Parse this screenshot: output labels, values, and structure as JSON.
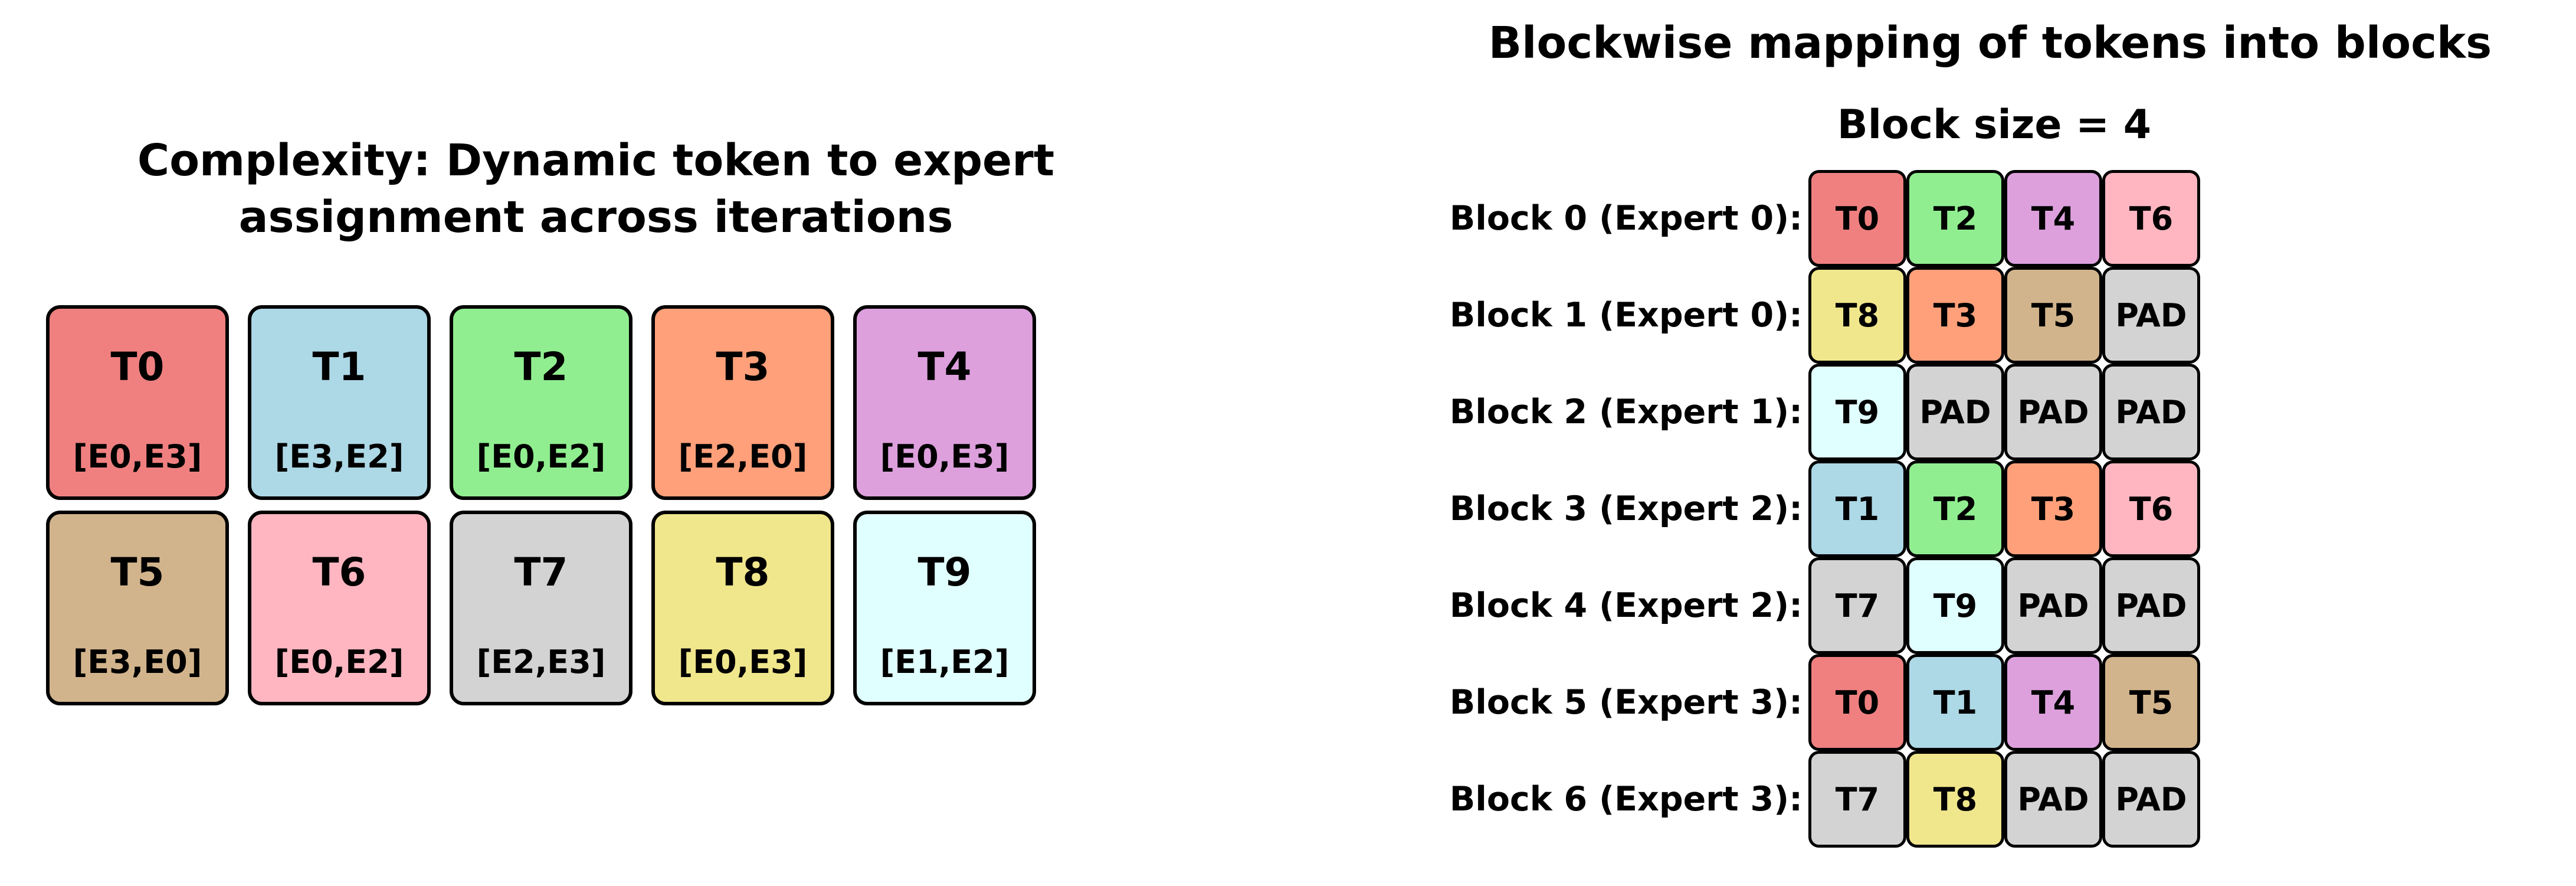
{
  "page": {
    "background": "#FFFFFF",
    "text_color": "#000000",
    "border_color": "#000000",
    "pad_color": "#D3D3D3"
  },
  "left_panel": {
    "title_line1": "Complexity: Dynamic token to expert",
    "title_line2": "assignment across iterations",
    "tokens": [
      {
        "id": "T0",
        "experts": "[E0,E3]",
        "color": "#F08080"
      },
      {
        "id": "T1",
        "experts": "[E3,E2]",
        "color": "#ADD8E6"
      },
      {
        "id": "T2",
        "experts": "[E0,E2]",
        "color": "#90EE90"
      },
      {
        "id": "T3",
        "experts": "[E2,E0]",
        "color": "#FFA07A"
      },
      {
        "id": "T4",
        "experts": "[E0,E3]",
        "color": "#DDA0DD"
      },
      {
        "id": "T5",
        "experts": "[E3,E0]",
        "color": "#D2B48C"
      },
      {
        "id": "T6",
        "experts": "[E0,E2]",
        "color": "#FFB6C1"
      },
      {
        "id": "T7",
        "experts": "[E2,E3]",
        "color": "#D3D3D3"
      },
      {
        "id": "T8",
        "experts": "[E0,E3]",
        "color": "#F0E68C"
      },
      {
        "id": "T9",
        "experts": "[E1,E2]",
        "color": "#E0FFFF"
      }
    ]
  },
  "right_panel": {
    "title": "Blockwise mapping of tokens into blocks",
    "subtitle": "Block size = 4",
    "block_size": 4,
    "blocks": [
      {
        "label": "Block 0 (Expert 0):",
        "cells": [
          {
            "text": "T0",
            "color": "#F08080"
          },
          {
            "text": "T2",
            "color": "#90EE90"
          },
          {
            "text": "T4",
            "color": "#DDA0DD"
          },
          {
            "text": "T6",
            "color": "#FFB6C1"
          }
        ]
      },
      {
        "label": "Block 1 (Expert 0):",
        "cells": [
          {
            "text": "T8",
            "color": "#F0E68C"
          },
          {
            "text": "T3",
            "color": "#FFA07A"
          },
          {
            "text": "T5",
            "color": "#D2B48C"
          },
          {
            "text": "PAD",
            "color": "#D3D3D3"
          }
        ]
      },
      {
        "label": "Block 2 (Expert 1):",
        "cells": [
          {
            "text": "T9",
            "color": "#E0FFFF"
          },
          {
            "text": "PAD",
            "color": "#D3D3D3"
          },
          {
            "text": "PAD",
            "color": "#D3D3D3"
          },
          {
            "text": "PAD",
            "color": "#D3D3D3"
          }
        ]
      },
      {
        "label": "Block 3 (Expert 2):",
        "cells": [
          {
            "text": "T1",
            "color": "#ADD8E6"
          },
          {
            "text": "T2",
            "color": "#90EE90"
          },
          {
            "text": "T3",
            "color": "#FFA07A"
          },
          {
            "text": "T6",
            "color": "#FFB6C1"
          }
        ]
      },
      {
        "label": "Block 4 (Expert 2):",
        "cells": [
          {
            "text": "T7",
            "color": "#D3D3D3"
          },
          {
            "text": "T9",
            "color": "#E0FFFF"
          },
          {
            "text": "PAD",
            "color": "#D3D3D3"
          },
          {
            "text": "PAD",
            "color": "#D3D3D3"
          }
        ]
      },
      {
        "label": "Block 5 (Expert 3):",
        "cells": [
          {
            "text": "T0",
            "color": "#F08080"
          },
          {
            "text": "T1",
            "color": "#ADD8E6"
          },
          {
            "text": "T4",
            "color": "#DDA0DD"
          },
          {
            "text": "T5",
            "color": "#D2B48C"
          }
        ]
      },
      {
        "label": "Block 6 (Expert 3):",
        "cells": [
          {
            "text": "T7",
            "color": "#D3D3D3"
          },
          {
            "text": "T8",
            "color": "#F0E68C"
          },
          {
            "text": "PAD",
            "color": "#D3D3D3"
          },
          {
            "text": "PAD",
            "color": "#D3D3D3"
          }
        ]
      }
    ]
  }
}
